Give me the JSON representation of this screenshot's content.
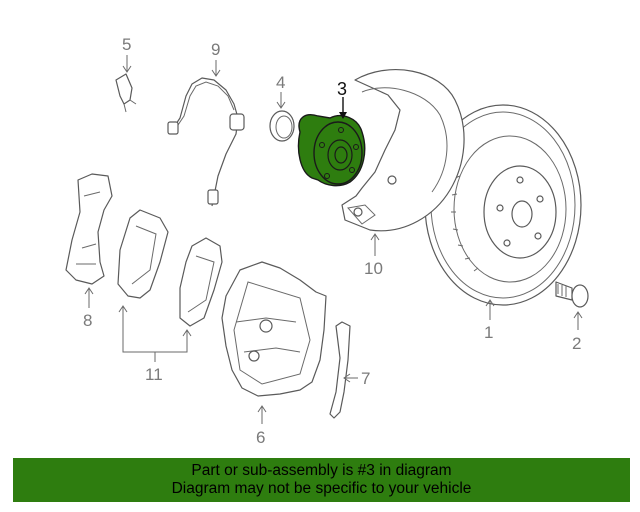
{
  "diagram": {
    "labels": {
      "p1": "1",
      "p2": "2",
      "p3": "3",
      "p4": "4",
      "p5": "5",
      "p6": "6",
      "p7": "7",
      "p8": "8",
      "p9": "9",
      "p10": "10",
      "p11": "11"
    },
    "highlighted_part": "3",
    "highlight_color": "#2e7d0f"
  },
  "banner": {
    "line1": "Part or sub-assembly is #3 in diagram",
    "line2": "Diagram may not be specific to your vehicle",
    "background": "#2e7d0f"
  }
}
